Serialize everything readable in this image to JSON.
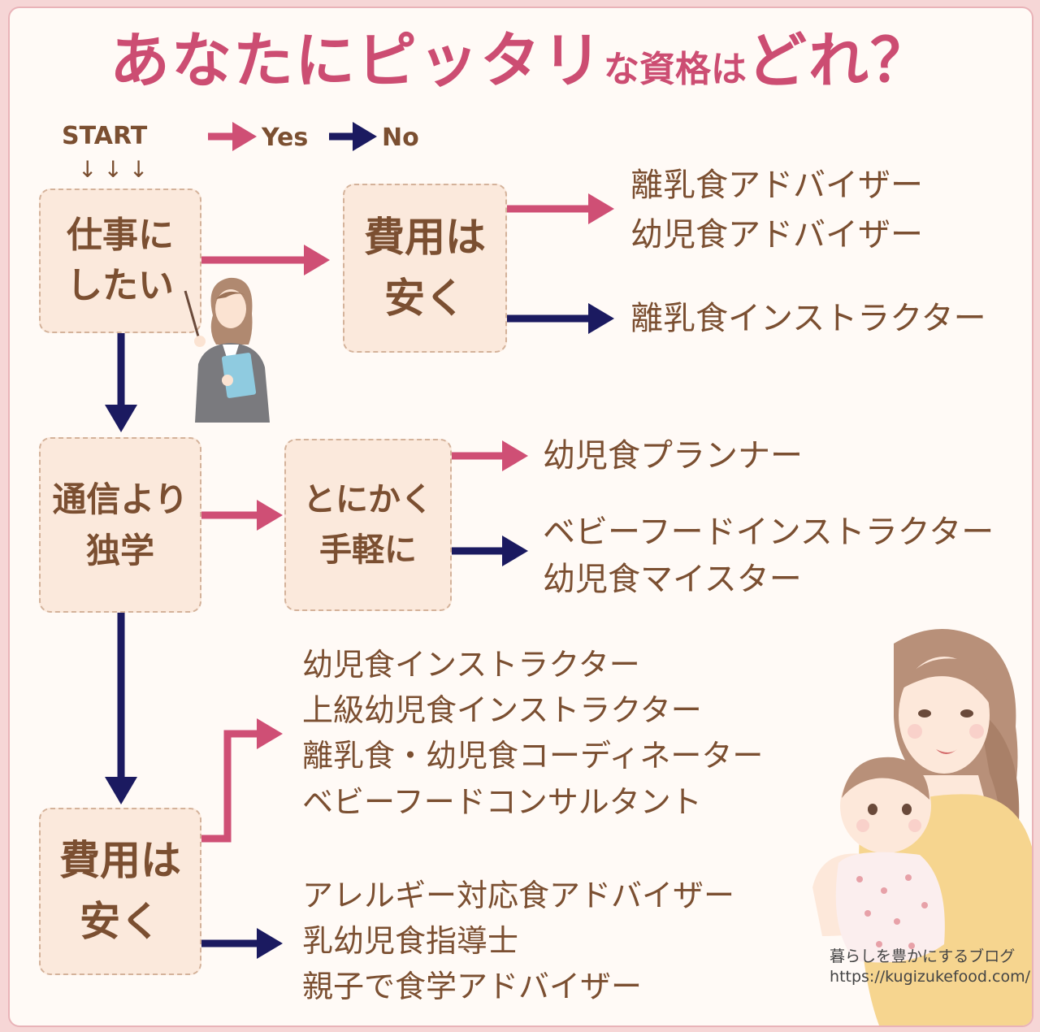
{
  "title": {
    "main": "あなたにピッタリ",
    "small": "な資格は",
    "end": "どれ？"
  },
  "legend": {
    "start": "START",
    "start_arrows": "↓↓↓",
    "yes": "Yes",
    "no": "No"
  },
  "colors": {
    "yes": "#cf4f75",
    "no": "#1b1a60",
    "box_bg": "#fbe9dc",
    "text": "#7b4f31",
    "title": "#cc4d72"
  },
  "boxes": {
    "q1": {
      "line1": "仕事に",
      "line2": "したい"
    },
    "q2": {
      "line1": "費用は",
      "line2": "安く"
    },
    "q3": {
      "line1": "通信より",
      "line2": "独学"
    },
    "q4": {
      "line1": "とにかく",
      "line2": "手軽に"
    },
    "q5": {
      "line1": "費用は",
      "line2": "安く"
    }
  },
  "results": {
    "q2_yes": [
      "離乳食アドバイザー",
      "幼児食アドバイザー"
    ],
    "q2_no": [
      "離乳食インストラクター"
    ],
    "q4_yes": [
      "幼児食プランナー"
    ],
    "q4_no": [
      "ベビーフードインストラクター",
      "幼児食マイスター"
    ],
    "q5_yes": [
      "幼児食インストラクター",
      "上級幼児食インストラクター",
      "離乳食・幼児食コーディネーター",
      "ベビーフードコンサルタント"
    ],
    "q5_no": [
      "アレルギー対応食アドバイザー",
      "乳幼児食指導士",
      "親子で食学アドバイザー"
    ]
  },
  "watermark": {
    "line1": "暮らしを豊かにするブログ",
    "line2": "https://kugizukefood.com/"
  }
}
